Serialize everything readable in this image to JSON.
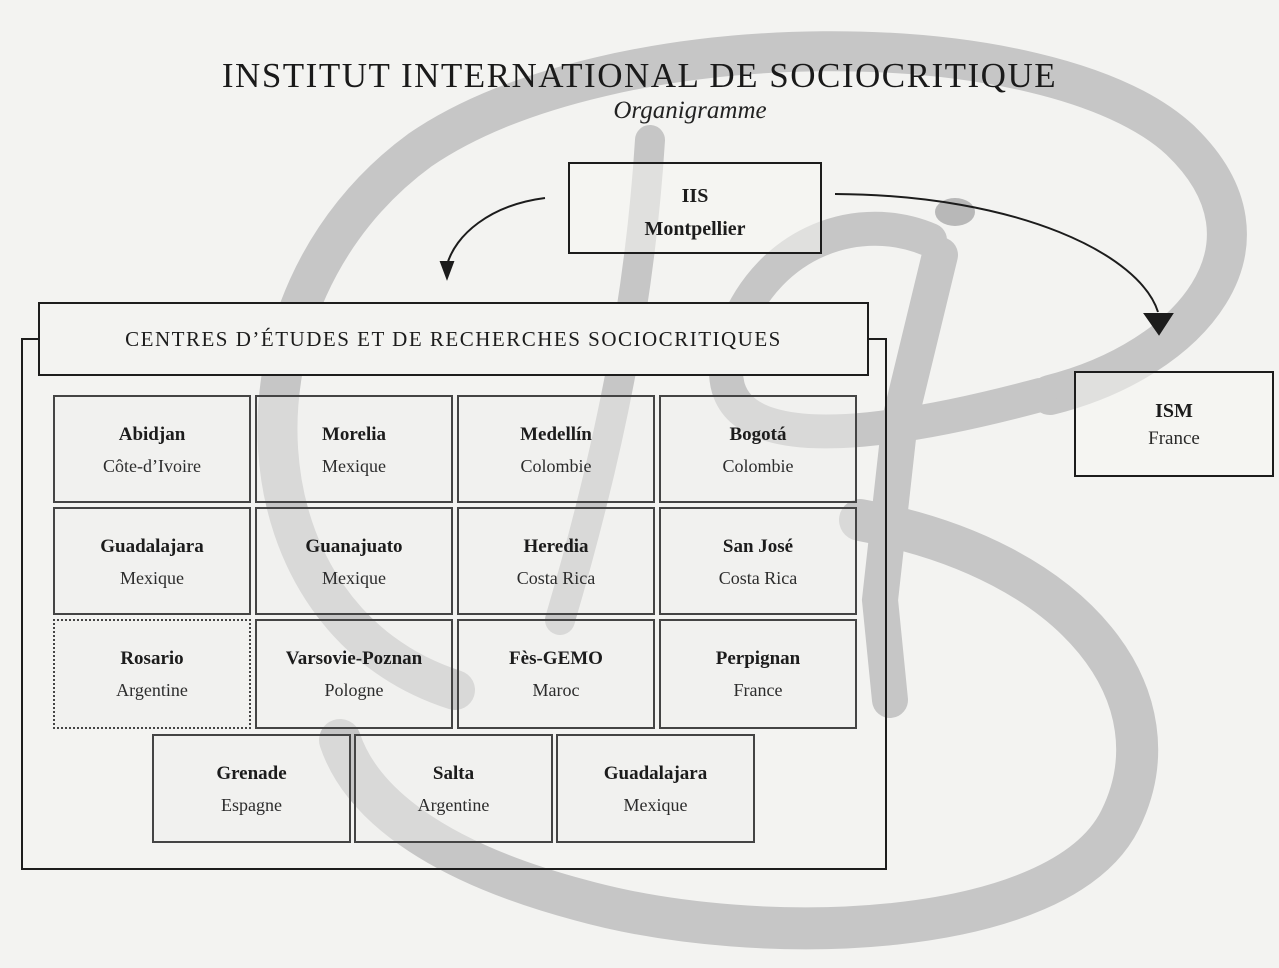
{
  "diagram": {
    "title": "INSTITUT INTERNATIONAL DE SOCIOCRITIQUE",
    "subtitle": "Organigramme",
    "root": {
      "name": "IIS",
      "location": "Montpellier"
    },
    "side_node": {
      "name": "ISM",
      "location": "France"
    },
    "group_header": "CENTRES D’ÉTUDES ET DE RECHERCHES SOCIOCRITIQUES",
    "centers": [
      {
        "name": "Abidjan",
        "country": "Côte-d’Ivoire"
      },
      {
        "name": "Morelia",
        "country": "Mexique"
      },
      {
        "name": "Medellín",
        "country": "Colombie"
      },
      {
        "name": "Bogotá",
        "country": "Colombie"
      },
      {
        "name": "Guadalajara",
        "country": "Mexique"
      },
      {
        "name": "Guanajuato",
        "country": "Mexique"
      },
      {
        "name": "Heredia",
        "country": "Costa Rica"
      },
      {
        "name": "San José",
        "country": "Costa Rica"
      },
      {
        "name": "Rosario",
        "country": "Argentine"
      },
      {
        "name": "Varsovie-Poznan",
        "country": "Pologne"
      },
      {
        "name": "Fès-GEMO",
        "country": "Maroc"
      },
      {
        "name": "Perpignan",
        "country": "France"
      },
      {
        "name": "Grenade",
        "country": "Espagne"
      },
      {
        "name": "Salta",
        "country": "Argentine"
      },
      {
        "name": "Guadalajara",
        "country": "Mexique"
      }
    ],
    "edges": [
      {
        "from": "IIS",
        "to": "CENTRES"
      },
      {
        "from": "IIS",
        "to": "ISM"
      }
    ]
  },
  "colors": {
    "ink": "#1c1c1c",
    "watermark": "#c4c4c4",
    "paper": "#f3f3f1"
  }
}
